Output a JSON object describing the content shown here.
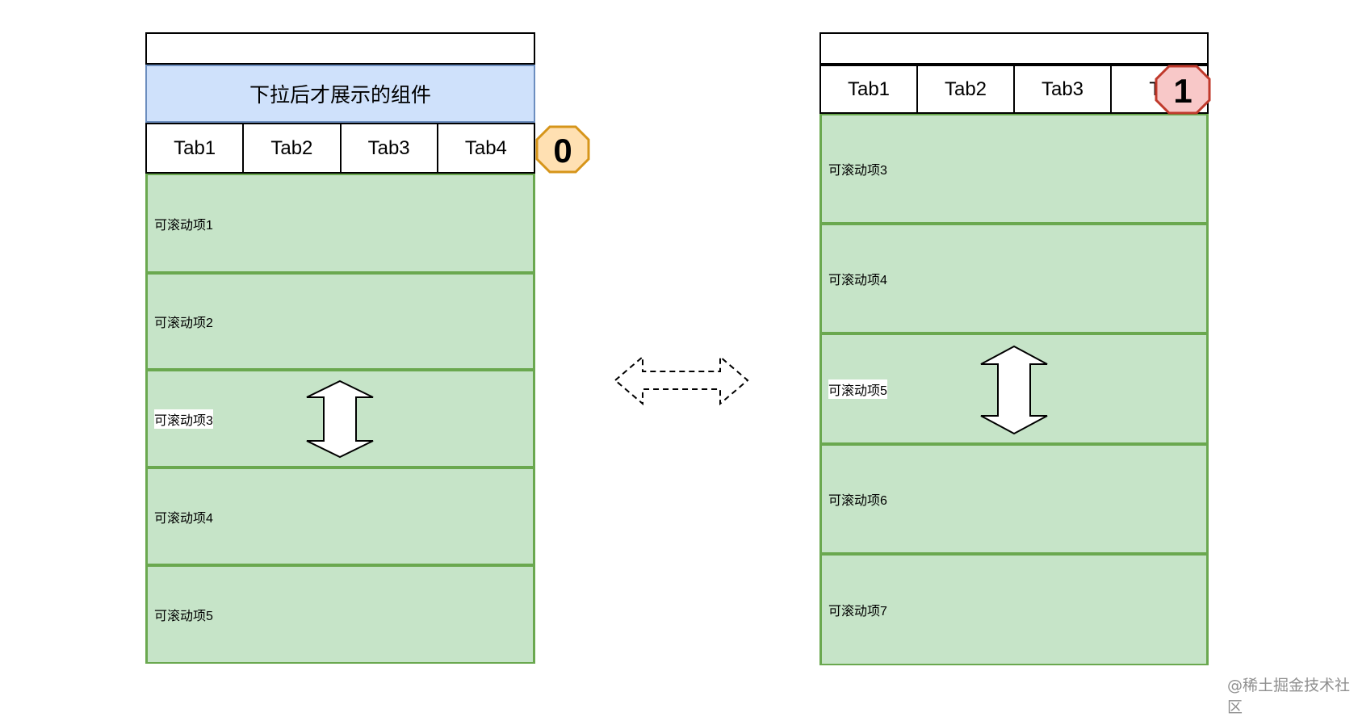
{
  "left_panel": {
    "dropdown_label": "下拉后才展示的组件",
    "tabs": [
      "Tab1",
      "Tab2",
      "Tab3",
      "Tab4"
    ],
    "items": [
      "可滚动项1",
      "可滚动项2",
      "可滚动项3",
      "可滚动项4",
      "可滚动项5"
    ],
    "badge": "0"
  },
  "right_panel": {
    "tabs": [
      "Tab1",
      "Tab2",
      "Tab3",
      "Ta"
    ],
    "items": [
      "可滚动项3",
      "可滚动项4",
      "可滚动项5",
      "可滚动项6",
      "可滚动项7"
    ],
    "badge": "1"
  },
  "colors": {
    "dropdown_fill": "#cfe1fb",
    "item_fill": "#c6e4c8",
    "item_border": "#6aa84f",
    "badge0_fill": "#ffe0b2",
    "badge0_border": "#d6951a",
    "badge1_fill": "#f8c8c8",
    "badge1_border": "#c0392b"
  },
  "watermark": "@稀土掘金技术社区"
}
